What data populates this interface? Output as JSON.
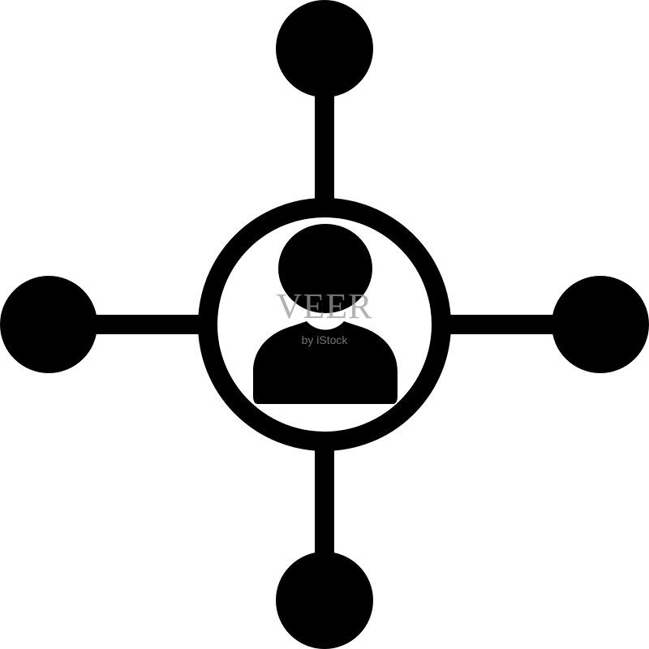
{
  "icon": {
    "name": "user-network-icon",
    "foreground_color": "#000000",
    "background_color": "#ffffff",
    "satellite_nodes": [
      "top",
      "right",
      "bottom",
      "left"
    ]
  },
  "watermark": {
    "main_text": "VEER",
    "sub_text": "by iStock",
    "color": "#9a9a9a"
  }
}
